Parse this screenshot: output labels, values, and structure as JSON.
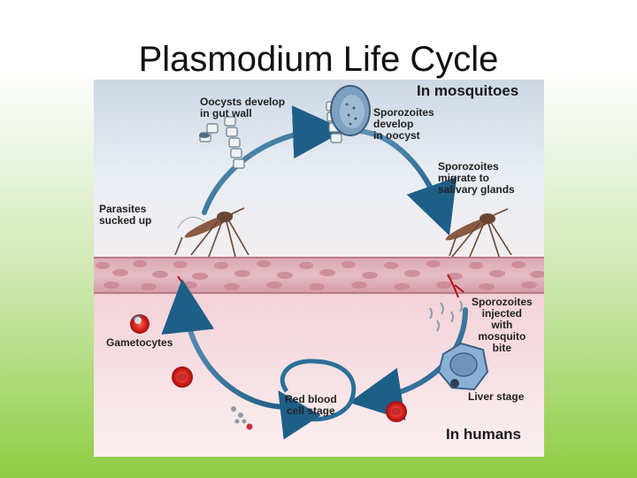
{
  "slide": {
    "title": "Plasmodium Life Cycle"
  },
  "diagram": {
    "region_mosquito": "In mosquitoes",
    "region_human": "In humans",
    "labels": {
      "oocysts": "Oocysts develop\nin gut wall",
      "sporozoites_oocyst": "Sporozoites\ndevelop\nin oocyst",
      "sporozoites_migrate": "Sporozoites\nmigrate to\nsalivary glands",
      "parasites_sucked": "Parasites\nsucked up",
      "sporozoites_injected": "Sporozoites\ninjected\nwith\nmosquito\nbite",
      "gametocytes": "Gametocytes",
      "liver_stage": "Liver stage",
      "rbc_stage": "Red blood\ncell stage"
    }
  }
}
